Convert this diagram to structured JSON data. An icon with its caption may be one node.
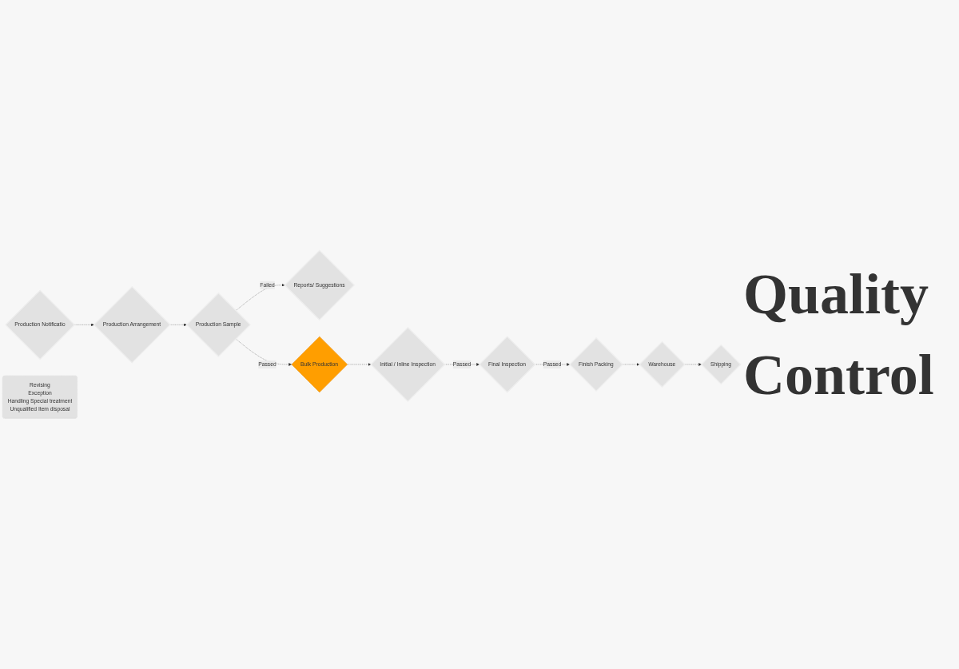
{
  "diagram": {
    "title": "Quality Control",
    "nodes": [
      {
        "text": [
          "Production Notificatio"
        ]
      },
      {
        "text": [
          "Production Arrangement"
        ]
      },
      {
        "text": [
          "Production Sample"
        ]
      },
      {
        "text": [
          "Reports/ Suggestions"
        ]
      },
      {
        "text": [
          "Bulk Production"
        ]
      },
      {
        "text": [
          "Initial / Inline Inspection"
        ]
      },
      {
        "text": [
          "Final Inspection"
        ]
      },
      {
        "text": [
          "Finish Packing"
        ]
      },
      {
        "text": [
          "Warehouse"
        ]
      },
      {
        "text": [
          "Shipping"
        ]
      },
      {
        "text": [
          "Revising",
          "Exception",
          "Handling Special treatment",
          "Unqualified Item disposal"
        ]
      }
    ],
    "edges": [
      {
        "from": 0,
        "to": 1,
        "arrow": "to",
        "style": "dashed"
      },
      {
        "from": 1,
        "to": 2,
        "arrow": "to",
        "style": "dashed"
      },
      {
        "from": 2,
        "to": 3,
        "arrow": "to",
        "style": "dashed",
        "label": "Failed"
      },
      {
        "from": 2,
        "to": 4,
        "arrow": "to",
        "style": "dashed",
        "label": "Passed"
      },
      {
        "from": 4,
        "to": 5,
        "arrow": "to",
        "style": "dashed"
      },
      {
        "from": 5,
        "to": 6,
        "arrow": "to",
        "style": "dashed",
        "label": "Passed"
      },
      {
        "from": 6,
        "to": 7,
        "arrow": "to",
        "style": "dashed",
        "label": "Passed"
      },
      {
        "from": 7,
        "to": 8,
        "arrow": "to",
        "style": "dashed"
      },
      {
        "from": 8,
        "to": 9,
        "arrow": "to",
        "style": "dashed"
      }
    ]
  }
}
